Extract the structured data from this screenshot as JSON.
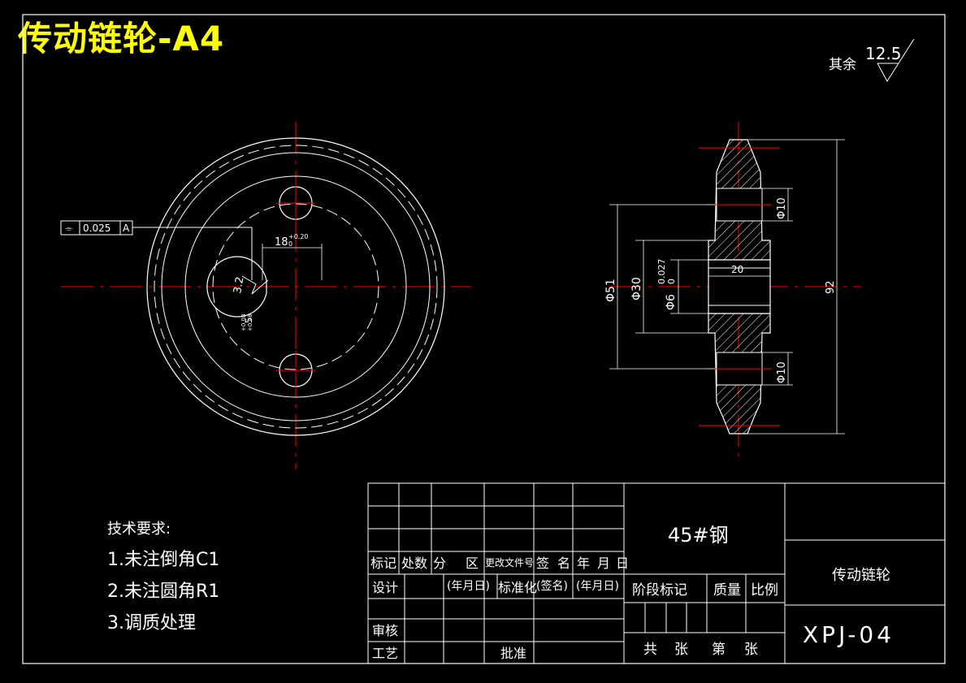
{
  "drawing_title": "传动链轮-A4",
  "surface_finish": {
    "label": "其余",
    "value": "12.5"
  },
  "front_view": {
    "flatness_symbol": "⌯",
    "tolerance_value": "0.025",
    "datum": "A",
    "keyway_width": "18",
    "keyway_tol_upper": "+0.20",
    "keyway_tol_lower": "0",
    "roughness_value": "3.2",
    "keyway_depth": "5",
    "keyway_depth_tol_upper": "+0.08",
    "keyway_depth_tol_lower": "+0.08"
  },
  "section_view": {
    "dim_hole_top": "Φ10",
    "dim_hole_bottom": "Φ10",
    "dim_hub_width": "20",
    "dim_outer": "92",
    "dim_flange": "Φ51",
    "dim_hub": "Φ30",
    "dim_bore": "Φ6",
    "dim_bore_tol_upper": "0.027",
    "dim_bore_tol_lower": "0"
  },
  "tech_requirements": {
    "heading": "技术要求:",
    "items": [
      "1.未注倒角C1",
      "2.未注圆角R1",
      "3.调质处理"
    ]
  },
  "title_block": {
    "material": "45#钢",
    "part_name": "传动链轮",
    "drawing_no": "XPJ-04",
    "rev_headers": [
      "标记",
      "处数",
      "分",
      "区",
      "更改文件号",
      "签",
      "名",
      "年",
      "月",
      "日"
    ],
    "row_design": "设计",
    "cell_yearmonth1": "(年月日)",
    "cell_standard": "标准化",
    "cell_sign": "(签名)",
    "cell_yearmonth2": "(年月日)",
    "row_review": "审核",
    "row_process": "工艺",
    "cell_approve": "批准",
    "stage_label": "阶段标记",
    "mass_label": "质量",
    "scale_label": "比例",
    "sheets_total": "共",
    "sheets_unit1": "张",
    "sheet_no": "第",
    "sheets_unit2": "张"
  },
  "colors": {
    "background": "#000000",
    "lines": "#ffffff",
    "centerline": "#ff0000",
    "title": "#ffff00"
  }
}
